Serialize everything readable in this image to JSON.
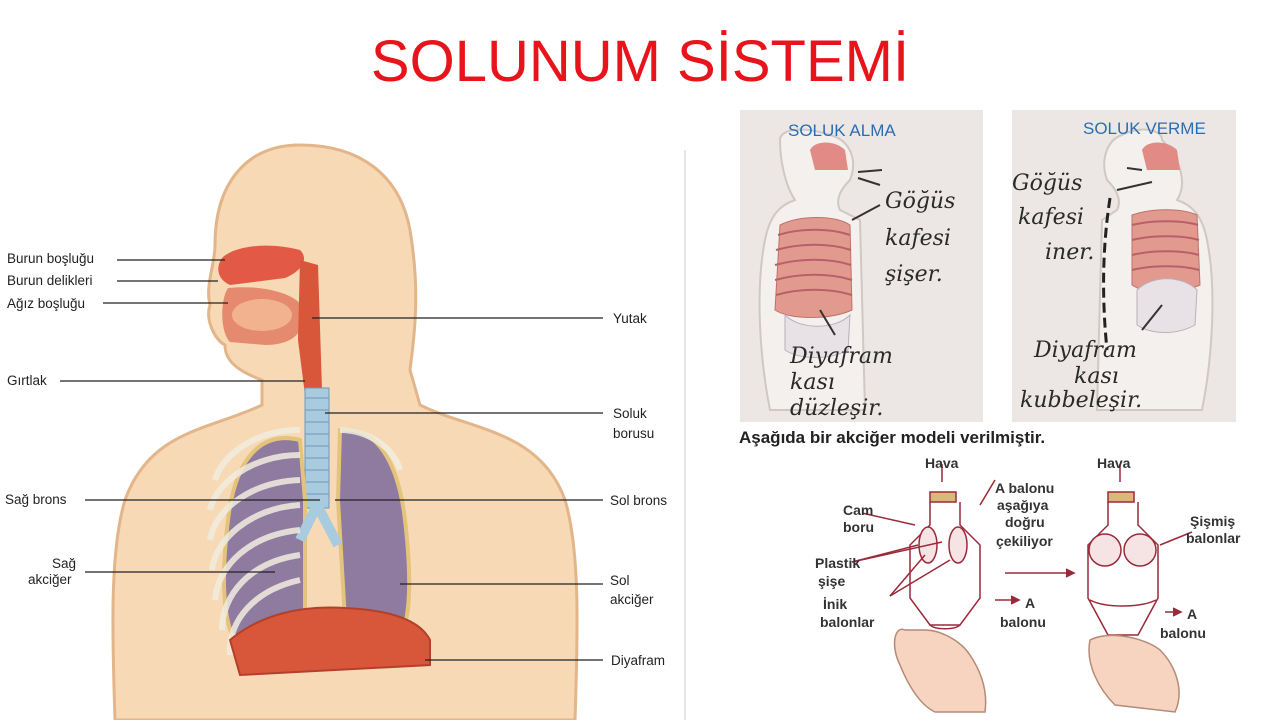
{
  "title": "SOLUNUM SİSTEMİ",
  "anatomy": {
    "left_labels": [
      {
        "id": "burun-boslugu",
        "text": "Burun boşluğu"
      },
      {
        "id": "burun-delikleri",
        "text": "Burun delikleri"
      },
      {
        "id": "agiz-boslugu",
        "text": "Ağız boşluğu"
      },
      {
        "id": "girtlak",
        "text": "Gırtlak"
      },
      {
        "id": "sag-brons",
        "text": "Sağ brons"
      },
      {
        "id": "sag-akciger-1",
        "text": "Sağ"
      },
      {
        "id": "sag-akciger-2",
        "text": "akciğer"
      }
    ],
    "right_labels": [
      {
        "id": "yutak",
        "text": "Yutak"
      },
      {
        "id": "soluk-borusu-1",
        "text": "Soluk"
      },
      {
        "id": "soluk-borusu-2",
        "text": "borusu"
      },
      {
        "id": "sol-brons",
        "text": "Sol brons"
      },
      {
        "id": "sol-akciger-1",
        "text": "Sol"
      },
      {
        "id": "sol-akciger-2",
        "text": "akciğer"
      },
      {
        "id": "diyafram",
        "text": "Diyafram"
      }
    ]
  },
  "breathing": {
    "inhale": {
      "heading": "SOLUK ALMA",
      "chest_lines": [
        "Göğüs",
        "kafesi",
        "şişer."
      ],
      "diaphragm_lines": [
        "Diyafram",
        "kası",
        "düzleşir."
      ]
    },
    "exhale": {
      "heading": "SOLUK VERME",
      "chest_lines": [
        "Göğüs",
        "kafesi",
        "iner."
      ],
      "diaphragm_lines": [
        "Diyafram",
        "kası",
        "kubbeleşir."
      ]
    }
  },
  "model": {
    "caption": "Aşağıda bir akciğer modeli verilmiştir.",
    "labels": {
      "hava_left": "Hava",
      "hava_right": "Hava",
      "cam_boru_1": "Cam",
      "cam_boru_2": "boru",
      "middle_1": "A balonu",
      "middle_2": "aşağıya",
      "middle_3": "doğru",
      "middle_4": "çekiliyor",
      "plastik_1": "Plastik",
      "plastik_2": "şişe",
      "inik_1": "İnik",
      "inik_2": "balonlar",
      "a_balonu_left_1": "A",
      "a_balonu_left_2": "balonu",
      "sismis_1": "Şişmiş",
      "sismis_2": "balonlar",
      "a_balonu_right_1": "A",
      "a_balonu_right_2": "balonu"
    }
  },
  "colors": {
    "title": "#e8141c",
    "skin": "#f7d9b5",
    "lung": "#8f7aa0",
    "diaphragm": "#d8563a",
    "trachea": "#a9cbe0",
    "label_blue": "#2a6db5",
    "model_line": "#9a2a3a"
  }
}
